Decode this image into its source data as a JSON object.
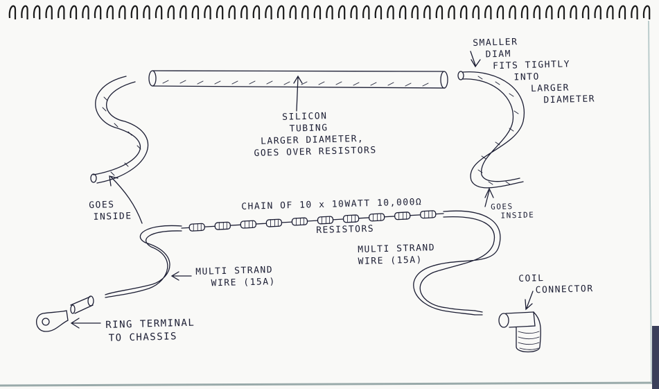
{
  "labels": {
    "smaller_diam": [
      "SMALLER",
      "DIAM",
      "FITS TIGHTLY",
      "INTO",
      "LARGER",
      "DIAMETER"
    ],
    "silicon_tubing": [
      "SILICON",
      "TUBING",
      "LARGER DIAMETER,",
      "GOES OVER RESISTORS"
    ],
    "goes_inside_left": [
      "GOES",
      "INSIDE"
    ],
    "goes_inside_right": [
      "GOES",
      "INSIDE"
    ],
    "chain": "CHAIN OF 10 x 10WATT 10,000Ω",
    "resistors": "RESISTORS",
    "multi_strand_left": [
      "MULTI STRAND",
      "WIRE (15A)"
    ],
    "multi_strand_right": [
      "MULTI STRAND",
      "WIRE (15A)"
    ],
    "coil_connector": [
      "COIL",
      "CONNECTOR"
    ],
    "ring_terminal": [
      "RING TERMINAL",
      "TO CHASSIS"
    ]
  },
  "colors": {
    "ink": "#1b1d33",
    "paper": "#f9f9f7",
    "spiral": "#1a1a1a"
  },
  "components": {
    "resistor_count": 10
  }
}
